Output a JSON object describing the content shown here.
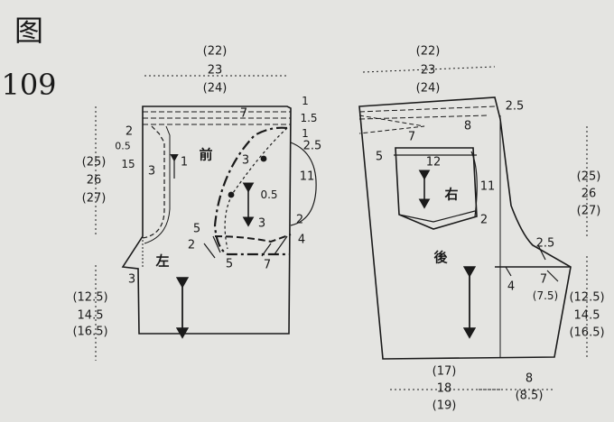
{
  "figure_label": "图",
  "figure_number": "109",
  "front": {
    "name": "前",
    "side": "左",
    "waist": {
      "alt_small": "(22)",
      "main": "23",
      "alt_large": "(24)"
    },
    "height": {
      "alt_small": "(25)",
      "main": "26",
      "alt_large": "(27)"
    },
    "leg": {
      "alt_small": "(12.5)",
      "main": "14.5",
      "alt_large": "(16.5)"
    },
    "dims": {
      "waistband": "7",
      "top_1a": "1",
      "top_15": "1.5",
      "top_1b": "1",
      "fly_2": "2",
      "fly_05": "0.5",
      "fly_15": "15",
      "fly_3": "3",
      "fly_1": "1",
      "pocket_25": "2.5",
      "pocket_11": "11",
      "pocket_3": "3",
      "pocket_05": "0.5",
      "pocket_3b": "3",
      "pocket_2": "2",
      "pocket_4": "4",
      "pocket_5": "5",
      "pocket_5b": "5",
      "pocket_2b": "2",
      "pocket_7": "7",
      "crotch_3": "3"
    }
  },
  "back": {
    "name": "後",
    "pocket_side": "右",
    "waist": {
      "alt_small": "(22)",
      "main": "23",
      "alt_large": "(24)"
    },
    "height": {
      "alt_small": "(25)",
      "main": "26",
      "alt_large": "(27)"
    },
    "leg": {
      "alt_small": "(12.5)",
      "main": "14.5",
      "alt_large": "(16.5)"
    },
    "hem_main": {
      "alt_small": "(17)",
      "main": "18",
      "alt_large": "(19)"
    },
    "hem_side": {
      "main": "8",
      "alt_large": "(8.5)"
    },
    "dims": {
      "rise_25": "2.5",
      "dart_8": "8",
      "dart_7": "7",
      "dart_5": "5",
      "pocket_12": "12",
      "pocket_11": "11",
      "pocket_2": "2",
      "crotch_25": "2.5",
      "crotch_4": "4",
      "crotch_7": "7",
      "crotch_75": "(7.5)"
    }
  }
}
